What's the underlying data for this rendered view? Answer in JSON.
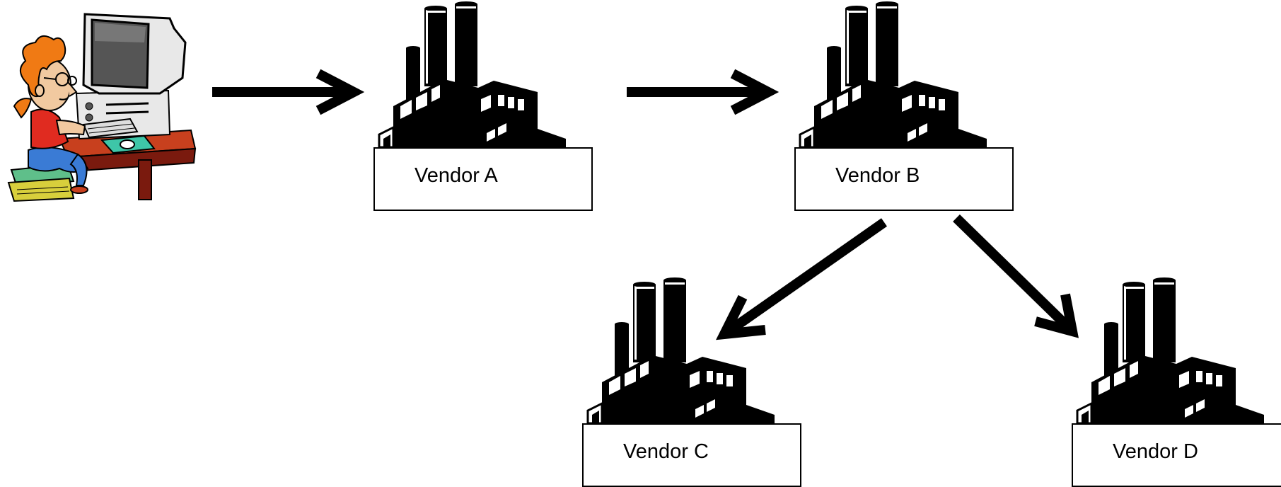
{
  "colors": {
    "ink": "#000000",
    "background": "#ffffff",
    "hair": "#f07a14",
    "shirt": "#e02b20",
    "jeans": "#3a7bd5",
    "desk": "#c8401e",
    "desk_dark": "#7a1a0e",
    "books": "#d8cf3c",
    "books_green": "#5fbf8a",
    "monitor": "#e8e8e8",
    "screen": "#555555",
    "mousepad": "#3ec6a8"
  },
  "nodes": {
    "user": {
      "icon": "person-at-computer-icon"
    },
    "vendor_a": {
      "label": "Vendor A",
      "icon": "factory-icon"
    },
    "vendor_b": {
      "label": "Vendor B",
      "icon": "factory-icon"
    },
    "vendor_c": {
      "label": "Vendor C",
      "icon": "factory-icon"
    },
    "vendor_d": {
      "label": "Vendor D",
      "icon": "factory-icon"
    }
  },
  "edges": [
    {
      "from": "user",
      "to": "vendor_a"
    },
    {
      "from": "vendor_a",
      "to": "vendor_b"
    },
    {
      "from": "vendor_b",
      "to": "vendor_c"
    },
    {
      "from": "vendor_b",
      "to": "vendor_d"
    }
  ]
}
